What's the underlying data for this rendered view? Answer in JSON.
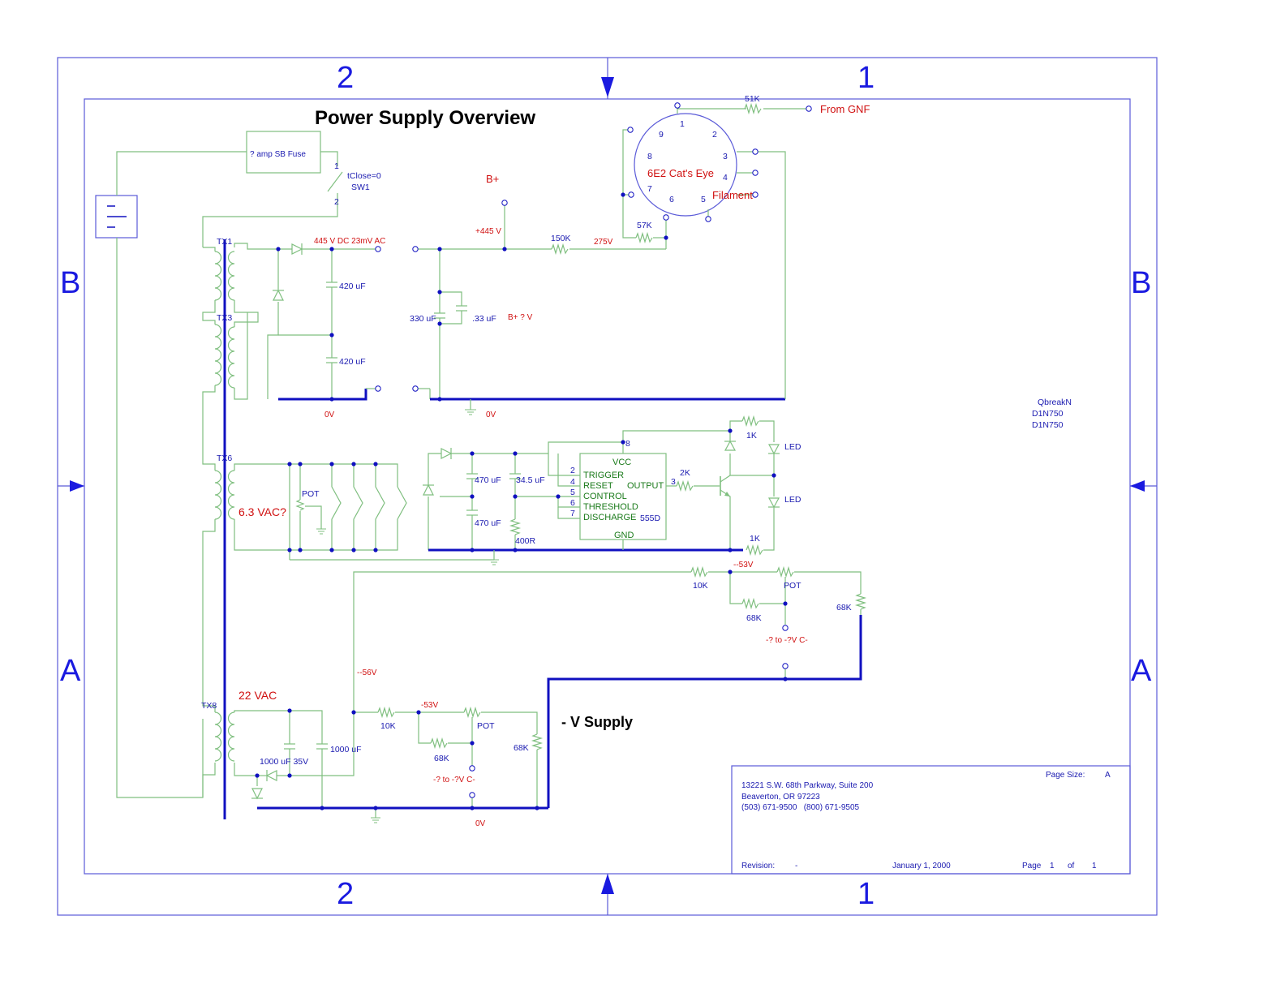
{
  "title": "Power Supply Overview",
  "subtitle": "- V Supply",
  "zones": {
    "top_left": "2",
    "top_right": "1",
    "bottom_left": "2",
    "bottom_right": "1",
    "left_top": "B",
    "left_bottom": "A",
    "right_top": "B",
    "right_bottom": "A"
  },
  "labels": {
    "fuse": "? amp SB Fuse",
    "switch_close": "tClose=0",
    "switch_name": "SW1",
    "sw_pin1": "1",
    "sw_pin2": "2",
    "tx1": "TX1",
    "tx3": "TX3",
    "tx6": "TX6",
    "tx8": "TX8",
    "hv_out": "445 V DC 23mV AC",
    "cap_420a": "420 uF",
    "cap_420b": "420 uF",
    "zero_v_1": "0V",
    "zero_v_2": "0V",
    "zero_v_3": "0V",
    "bplus": "B+",
    "v445": "+445 V",
    "r150k": "150K",
    "v275": "275V",
    "r57k": "57K",
    "r51k": "51K",
    "from_gnf": "From GNF",
    "cap_330": "330 uF",
    "cap_033": ".33 uF",
    "bplus_q": "B+ ? V",
    "tube": "6E2 Cat's Eye",
    "filament": "Filament",
    "tube_pins": [
      "1",
      "2",
      "3",
      "4",
      "5",
      "6",
      "7",
      "8",
      "9"
    ],
    "qbreak": "QbreakN",
    "d1n750a": "D1N750",
    "d1n750b": "D1N750",
    "pot_top": "POT",
    "vac63": "6.3 VAC?",
    "cap_470a": "470 uF",
    "cap_470b": "470 uF",
    "cap_345": "34.5 uF",
    "r400": "400R",
    "ic_vcc": "VCC",
    "ic_trigger": "TRIGGER",
    "ic_reset": "RESET",
    "ic_control": "CONTROL",
    "ic_threshold": "THRESHOLD",
    "ic_discharge": "DISCHARGE",
    "ic_output": "OUTPUT",
    "ic_gnd": "GND",
    "ic_name": "555D",
    "ic_pins": [
      "8",
      "2",
      "4",
      "5",
      "6",
      "7",
      "3"
    ],
    "r2k": "2K",
    "r1k_a": "1K",
    "r1k_b": "1K",
    "led_a": "LED",
    "led_b": "LED",
    "v53_a": "--53V",
    "r10k_a": "10K",
    "pot_a": "POT",
    "r68k_a": "68K",
    "r68k_b": "68K",
    "cv_a": "-? to -?V C-",
    "v56": "--56V",
    "vac22": "22 VAC",
    "r10k_b": "10K",
    "v53_b": "-53V",
    "pot_b": "POT",
    "r68k_c": "68K",
    "r68k_d": "68K",
    "cv_b": "-? to -?V C-",
    "cap_1000a": "1000 uF 35V",
    "cap_1000b": "1000 uF"
  },
  "title_block": {
    "address1": "13221 S.W. 68th Parkway, Suite 200",
    "address2": "Beaverton, OR 97223",
    "phone": "(503) 671-9500   (800) 671-9505",
    "page_size_label": "Page Size:",
    "page_size": "A",
    "revision_label": "Revision:",
    "revision": "-",
    "date": "January 1, 2000",
    "page_label": "Page",
    "page": "1",
    "of_label": "of",
    "pages": "1"
  },
  "colors": {
    "wire": "#7fbf7f",
    "bus": "#1010c0",
    "border": "#5a5ad8",
    "label_blue": "#1a1ab0",
    "label_red": "#d01010",
    "label_green": "#1a7a1a"
  }
}
